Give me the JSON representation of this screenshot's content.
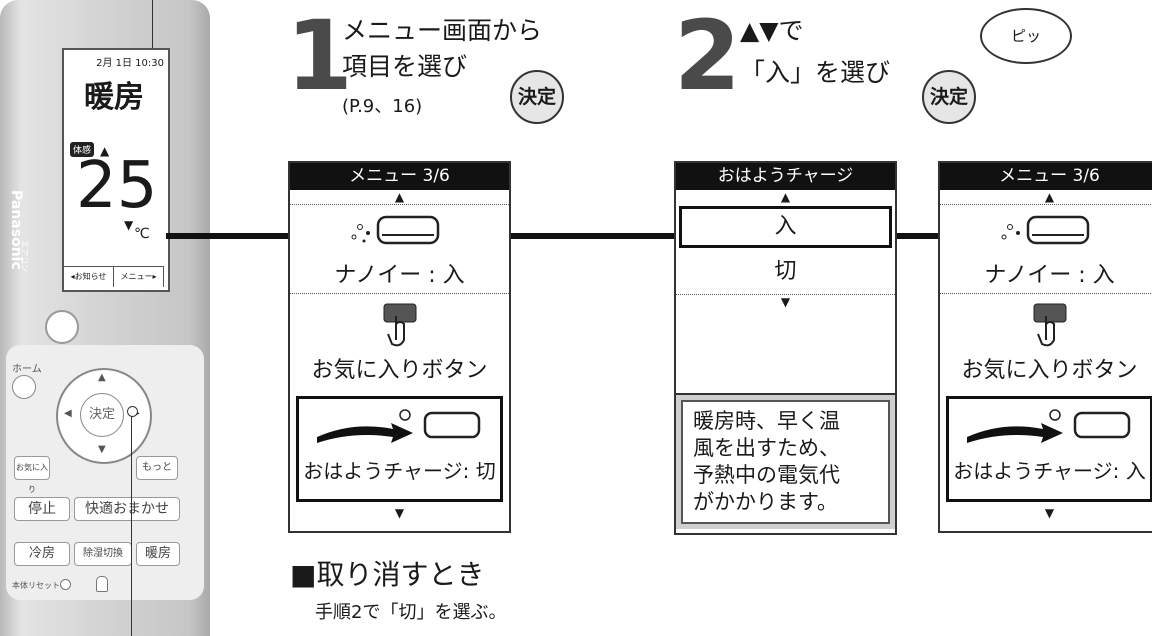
{
  "remote": {
    "date": "2月  1日 10:30",
    "mode": "暖房",
    "badge": "体感",
    "temp": "25",
    "unit": "℃",
    "up": "▲",
    "down": "▼",
    "soft_left": "◂お知らせ",
    "soft_right": "メニュー▸",
    "brand": "Panasonic",
    "brand_sub": "エアコン",
    "home_label": "ホーム",
    "center_label": "決定",
    "btn_okiniiri": "お気に入り",
    "btn_motto": "もっと",
    "btn_teishi": "停止",
    "btn_kaiteki": "快適おまかせ",
    "btn_reibo": "冷房",
    "btn_joshitsu": "除湿切換",
    "btn_danbo": "暖房",
    "reset_label": "本体リセット"
  },
  "step1": {
    "num": "1",
    "line1": "メニュー画面から",
    "line2": "項目を選び",
    "ref": "(P.9、16)",
    "key": "決定"
  },
  "step2": {
    "num": "2",
    "line1": "▲▼で",
    "line2": "「入」を選び",
    "key": "決定",
    "bubble": "ピッ"
  },
  "screen1": {
    "title": "メニュー 3/6",
    "up": "▲",
    "item1": "ナノイー : 入",
    "item2": "お気に入りボタン",
    "item3": "おはようチャージ: 切",
    "down": "▼"
  },
  "screen2": {
    "title": "おはようチャージ",
    "up": "▲",
    "opt_on": "入",
    "opt_off": "切",
    "down": "▼",
    "desc": [
      "暖房時、早く温",
      "風を出すため、",
      "予熱中の電気代",
      "がかかります。"
    ]
  },
  "screen3": {
    "title": "メニュー 3/6",
    "up": "▲",
    "item1": "ナノイー : 入",
    "item2": "お気に入りボタン",
    "item3": "おはようチャージ: 入",
    "down": "▼"
  },
  "cancel": {
    "title": "■取り消すとき",
    "sub": "手順2で「切」を選ぶ。"
  }
}
